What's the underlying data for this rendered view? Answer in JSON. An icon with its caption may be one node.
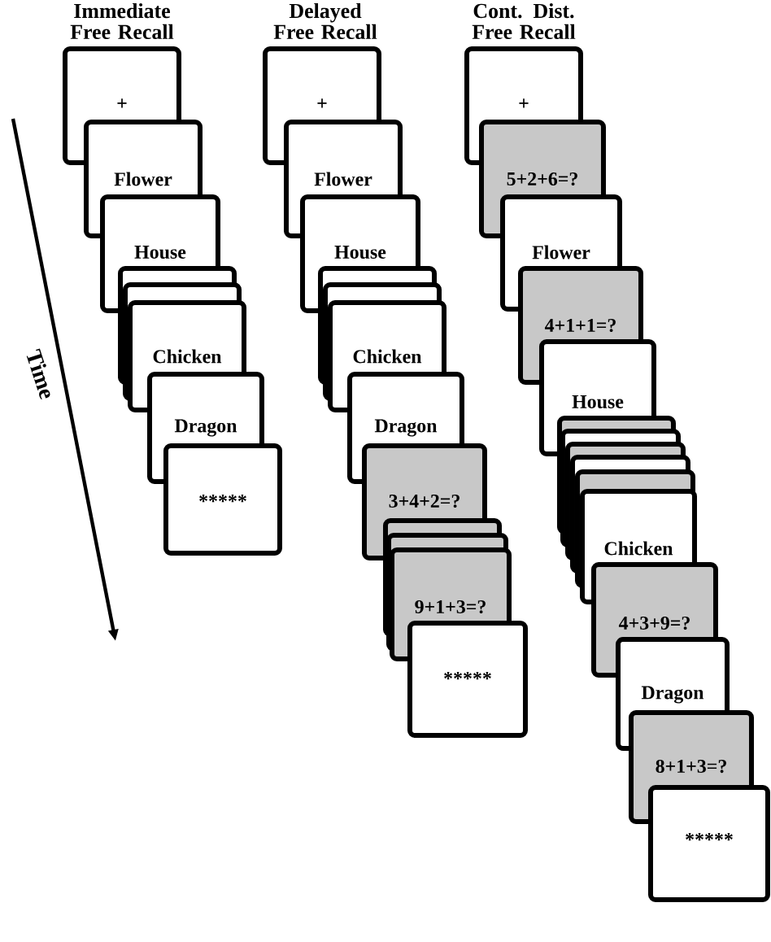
{
  "diagram": {
    "nodes": [
      {
        "text": [
          "+"
        ]
      },
      {
        "text": [
          "Flower"
        ]
      },
      {
        "text": [
          "House"
        ]
      },
      {
        "text": [],
        "shape": "box"
      },
      {
        "text": [],
        "shape": "box"
      },
      {
        "text": [
          "Chicken"
        ]
      },
      {
        "text": [
          "Dragon"
        ]
      },
      {
        "text": [
          "*****"
        ]
      },
      {
        "text": [
          "+"
        ]
      },
      {
        "text": [
          "Flower"
        ]
      },
      {
        "text": [
          "House"
        ]
      },
      {
        "text": [],
        "shape": "box"
      },
      {
        "text": [],
        "shape": "box"
      },
      {
        "text": [
          "Chicken"
        ]
      },
      {
        "text": [
          "Dragon"
        ]
      },
      {
        "text": [
          "3+4+2=?"
        ]
      },
      {
        "text": [],
        "shape": "box"
      },
      {
        "text": [],
        "shape": "box"
      },
      {
        "text": [
          "9+1+3=?"
        ]
      },
      {
        "text": [
          "*****"
        ]
      },
      {
        "text": [
          "+"
        ]
      },
      {
        "text": [
          "5+2+6=?"
        ]
      },
      {
        "text": [
          "Flower"
        ]
      },
      {
        "text": [
          "4+1+1=?"
        ]
      },
      {
        "text": [
          "House"
        ]
      },
      {
        "text": [],
        "shape": "box"
      },
      {
        "text": [],
        "shape": "box"
      },
      {
        "text": [],
        "shape": "box"
      },
      {
        "text": [],
        "shape": "box"
      },
      {
        "text": [],
        "shape": "box"
      },
      {
        "text": [
          "Chicken"
        ]
      },
      {
        "text": [
          "4+3+9=?"
        ]
      },
      {
        "text": [
          "Dragon"
        ]
      },
      {
        "text": [
          "8+1+3=?"
        ]
      },
      {
        "text": [
          "*****"
        ]
      }
    ],
    "labels": [
      "Immediate Free Recall",
      "Delayed Free Recall",
      "Cont. Dist. Free Recall",
      "Time"
    ]
  }
}
